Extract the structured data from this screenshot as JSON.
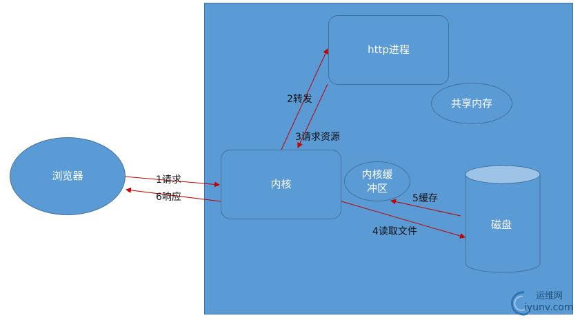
{
  "nodes": {
    "browser": "浏览器",
    "http_process": "http进程",
    "kernel": "内核",
    "shared_memory": "共享内存",
    "kernel_buffer_line1": "内核缓",
    "kernel_buffer_line2": "冲区",
    "disk": "磁盘"
  },
  "edges": {
    "request": "1请求",
    "forward": "2转发",
    "request_resource": "3请求资源",
    "read_file": "4读取文件",
    "cache": "5缓存",
    "response": "6响应"
  },
  "watermark": {
    "cn": "运维网",
    "url": "iyunv.com"
  },
  "colors": {
    "node_fill": "#5b9bd5",
    "node_border": "#41719c",
    "arrow": "#c00000"
  }
}
